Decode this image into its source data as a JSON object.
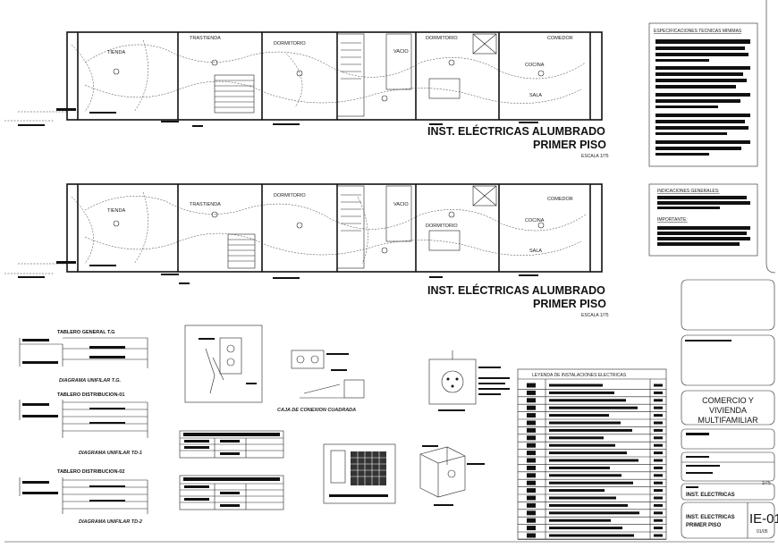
{
  "plan1": {
    "title": "INST. ELÉCTRICAS ALUMBRADO",
    "subtitle": "PRIMER PISO",
    "scale": "ESCALA 1/75"
  },
  "plan2": {
    "title": "INST. ELÉCTRICAS ALUMBRADO",
    "subtitle": "PRIMER PISO",
    "scale": "ESCALA 1/75"
  },
  "rooms": {
    "tienda": "TIENDA",
    "trastienda": "TRASTIENDA",
    "dormitorio": "DORMITORIO",
    "vacio": "VACIO",
    "dormitorio2": "DORMITORIO",
    "comedor": "COMEDOR",
    "cocina": "COCINA",
    "sala": "SALA"
  },
  "specs": {
    "heading": "ESPECIFICACIONES TECNICAS MINIMAS"
  },
  "notes": {
    "heading": "INDICACIONES GENERALES:",
    "important": "IMPORTANTE:"
  },
  "diagrams": {
    "tg_title": "TABLERO GENERAL T.G",
    "tg_caption": "DIAGRAMA UNIFILAR T.G.",
    "td1_title": "TABLERO DISTRIBUCION-01",
    "td1_caption": "DIAGRAMA UNIFILAR TD-1",
    "td2_title": "TABLERO DISTRIBUCION-02",
    "td2_caption": "DIAGRAMA UNIFILAR TD-2"
  },
  "details": {
    "caja_caption": "CAJA DE CONEXION CUADRADA"
  },
  "legend": {
    "title": "LEYENDA DE INSTALACIONES ELECTRICAS"
  },
  "title_block": {
    "project_line1": "COMERCIO Y",
    "project_line2": "VIVIENDA",
    "project_line3": "MULTIFAMILIAR",
    "scale_label": "1/75",
    "sheet_name": "INST. ELECTRICAS",
    "drawing_line1": "INST. ELECTRICAS",
    "drawing_line2": "PRIMER PISO",
    "sheet_number": "IE-01",
    "sheet_count": "01/05"
  }
}
